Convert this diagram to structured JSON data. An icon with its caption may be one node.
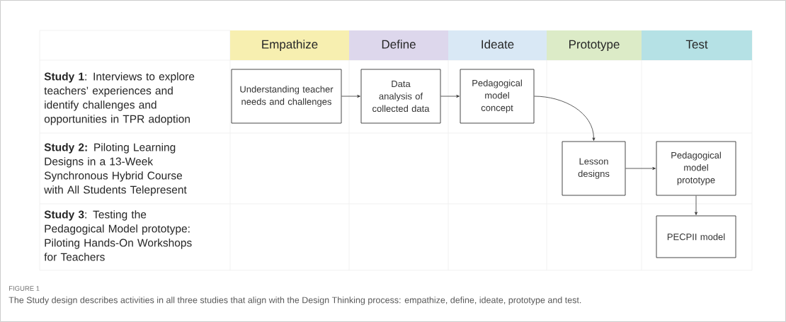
{
  "diagram": {
    "caption": "The Study design describes activities in all three studies that align with the Design Thinking process: empathize, define, ideate, prototype and test.",
    "nodes": [
      {
        "text": [
          "Empathize"
        ]
      },
      {
        "text": [
          "Define"
        ]
      },
      {
        "text": [
          "Ideate"
        ]
      },
      {
        "text": [
          "Prototype"
        ]
      },
      {
        "text": [
          "Test"
        ]
      },
      {
        "text": [
          "Understanding teacher needs and challenges"
        ]
      },
      {
        "text": [
          "Data analysis of collected data"
        ]
      },
      {
        "text": [
          "Pedagogical model concept"
        ]
      },
      {
        "text": [
          "Lesson designs"
        ]
      },
      {
        "text": [
          "Pedagogical model prototype"
        ]
      },
      {
        "text": [
          "PECPII model"
        ]
      }
    ],
    "edges": [
      {
        "from": 5,
        "to": 6,
        "arrow": "to"
      },
      {
        "from": 6,
        "to": 7,
        "arrow": "to"
      },
      {
        "from": 7,
        "to": 8,
        "arrow": "to"
      },
      {
        "from": 8,
        "to": 9,
        "arrow": "to"
      },
      {
        "from": 9,
        "to": 10,
        "arrow": "to"
      }
    ],
    "labels": [
      "**Study 1**: Interviews to explore teachers’ experiences and identify challenges and opportunities in TPR adoption",
      "**Study 2:** Piloting Learning Designs in a 13-Week Synchronous Hybrid Course with All Students Telepresent",
      "**Study 3**: Testing the Pedagogical Model prototype: Piloting Hands-On Workshops for Teachers",
      "FIGURE 1"
    ]
  }
}
